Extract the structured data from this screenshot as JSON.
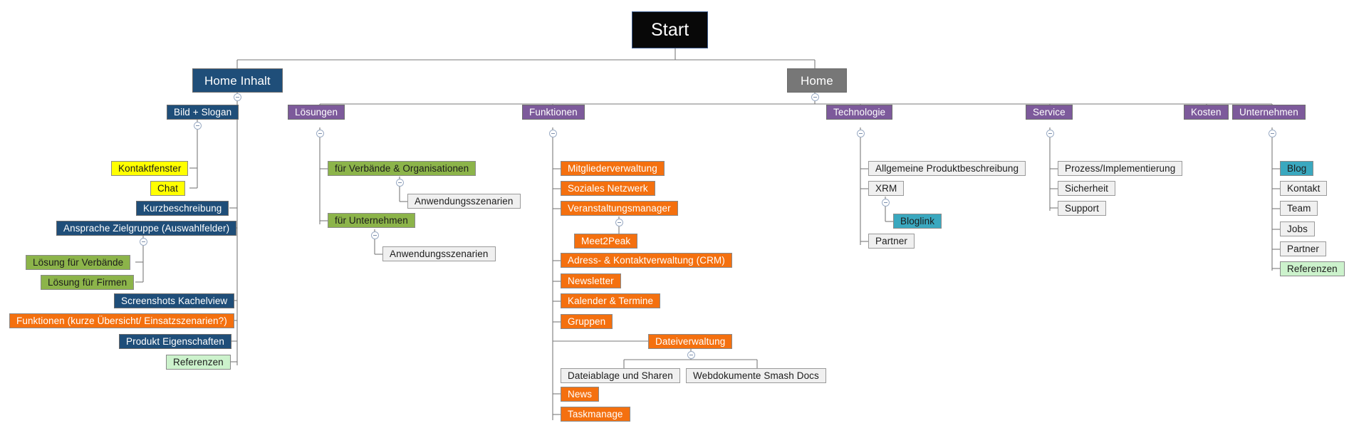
{
  "diagram": {
    "title": "Start",
    "type": "sitemap-mindmap",
    "colors": {
      "root": "#080808",
      "gray": "#777777",
      "navy": "#1f4e79",
      "purple": "#7d5a9b",
      "orange": "#f4700f",
      "yellow": "#ffff00",
      "green": "#8cb44a",
      "lightgreen": "#ccf2cc",
      "teal": "#3aa8bf",
      "plain": "#f0f0f0",
      "edge": "#7a7a7a"
    }
  },
  "nodes": {
    "root": {
      "label": "Start"
    },
    "home_inhalt": {
      "label": "Home Inhalt"
    },
    "home": {
      "label": "Home"
    },
    "bild_slogan": {
      "label": "Bild + Slogan"
    },
    "kontaktfenster": {
      "label": "Kontaktfenster"
    },
    "chat": {
      "label": "Chat"
    },
    "kurzbeschreibung": {
      "label": "Kurzbeschreibung"
    },
    "ansprache": {
      "label": "Ansprache Zielgruppe (Auswahlfelder)"
    },
    "loesung_verbaende": {
      "label": "Lösung für Verbände"
    },
    "loesung_firmen": {
      "label": "Lösung für Firmen"
    },
    "screenshots": {
      "label": "Screenshots Kachelview"
    },
    "funktionen_kurz": {
      "label": "Funktionen (kurze Übersicht/ Einsatzszenarien?)"
    },
    "produkt_eigenschaften": {
      "label": "Produkt Eigenschaften"
    },
    "referenzen_left": {
      "label": "Referenzen"
    },
    "loesungen": {
      "label": "Lösungen"
    },
    "fuer_verbaende_org": {
      "label": "für Verbände & Organisationen"
    },
    "anwendungsszenarien_1": {
      "label": "Anwendungsszenarien"
    },
    "fuer_unternehmen": {
      "label": "für Unternehmen"
    },
    "anwendungsszenarien_2": {
      "label": "Anwendungsszenarien"
    },
    "funktionen": {
      "label": "Funktionen"
    },
    "mitgliederverwaltung": {
      "label": "Mitgliederverwaltung"
    },
    "soziales_netzwerk": {
      "label": "Soziales Netzwerk"
    },
    "veranstaltungsmanager": {
      "label": "Veranstaltungsmanager"
    },
    "meet2peak": {
      "label": "Meet2Peak"
    },
    "adress_kontakt": {
      "label": "Adress- & Kontaktverwaltung (CRM)"
    },
    "newsletter": {
      "label": "Newsletter"
    },
    "kalender_termine": {
      "label": "Kalender & Termine"
    },
    "gruppen": {
      "label": "Gruppen"
    },
    "dateiverwaltung": {
      "label": "Dateiverwaltung"
    },
    "dateiablage": {
      "label": "Dateiablage und Sharen"
    },
    "webdokumente": {
      "label": "Webdokumente Smash Docs"
    },
    "news": {
      "label": "News"
    },
    "taskmanage": {
      "label": "Taskmanage"
    },
    "technologie": {
      "label": "Technologie"
    },
    "allgemeine_produktbeschreibung": {
      "label": "Allgemeine Produktbeschreibung"
    },
    "xrm": {
      "label": "XRM"
    },
    "bloglink": {
      "label": "Bloglink"
    },
    "partner_tech": {
      "label": "Partner"
    },
    "service": {
      "label": "Service"
    },
    "prozess_implementierung": {
      "label": "Prozess/Implementierung"
    },
    "sicherheit": {
      "label": "Sicherheit"
    },
    "support": {
      "label": "Support"
    },
    "kosten": {
      "label": "Kosten"
    },
    "unternehmen": {
      "label": "Unternehmen"
    },
    "blog": {
      "label": "Blog"
    },
    "kontakt": {
      "label": "Kontakt"
    },
    "team": {
      "label": "Team"
    },
    "jobs": {
      "label": "Jobs"
    },
    "partner_unt": {
      "label": "Partner"
    },
    "referenzen_right": {
      "label": "Referenzen"
    }
  },
  "hierarchy": {
    "Start": {
      "Home Inhalt": {
        "Bild + Slogan": {
          "Kontaktfenster": {},
          "Chat": {}
        },
        "Kurzbeschreibung": {},
        "Ansprache Zielgruppe (Auswahlfelder)": {
          "Lösung für Verbände": {},
          "Lösung für Firmen": {}
        },
        "Screenshots Kachelview": {},
        "Funktionen (kurze Übersicht/ Einsatzszenarien?)": {},
        "Produkt Eigenschaften": {},
        "Referenzen": {}
      },
      "Home": {
        "Lösungen": {
          "für Verbände & Organisationen": {
            "Anwendungsszenarien": {}
          },
          "für Unternehmen": {
            "Anwendungsszenarien": {}
          }
        },
        "Funktionen": {
          "Mitgliederverwaltung": {},
          "Soziales Netzwerk": {},
          "Veranstaltungsmanager": {
            "Meet2Peak": {}
          },
          "Adress- & Kontaktverwaltung (CRM)": {},
          "Newsletter": {},
          "Kalender & Termine": {},
          "Gruppen": {},
          "Dateiverwaltung": {
            "Dateiablage und Sharen": {},
            "Webdokumente Smash Docs": {}
          },
          "News": {},
          "Taskmanage": {}
        },
        "Technologie": {
          "Allgemeine Produktbeschreibung": {},
          "XRM": {
            "Bloglink": {}
          },
          "Partner": {}
        },
        "Service": {
          "Prozess/Implementierung": {},
          "Sicherheit": {},
          "Support": {}
        },
        "Kosten": {},
        "Unternehmen": {
          "Blog": {},
          "Kontakt": {},
          "Team": {},
          "Jobs": {},
          "Partner": {},
          "Referenzen": {}
        }
      }
    }
  }
}
